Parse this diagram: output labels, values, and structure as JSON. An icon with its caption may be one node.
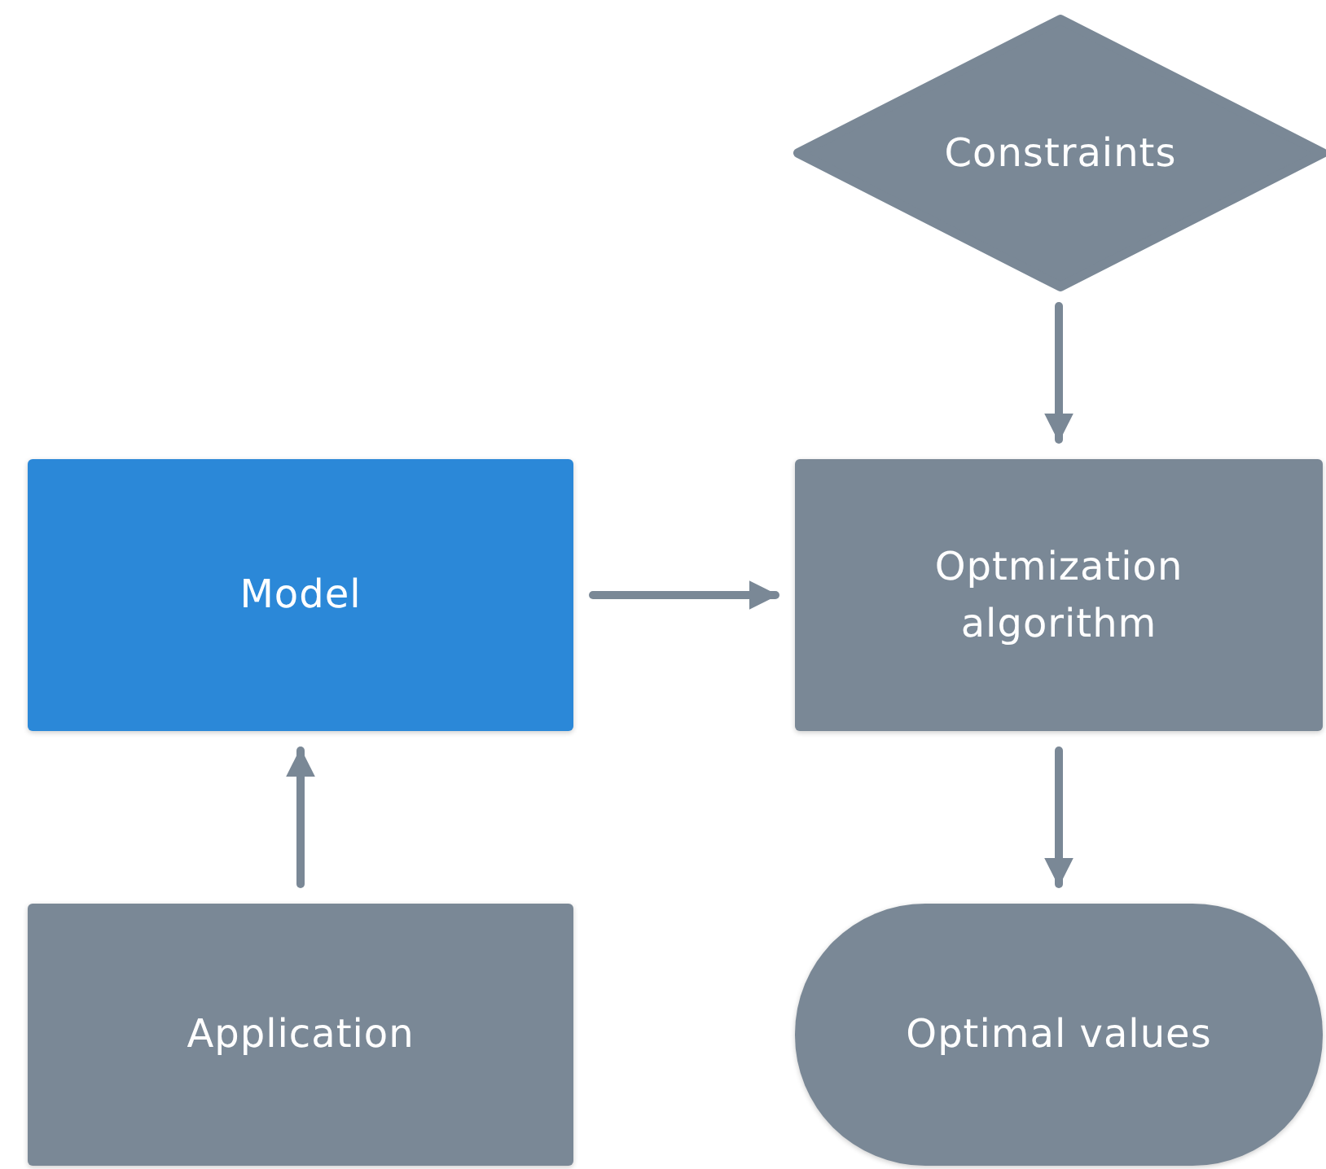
{
  "diagram": {
    "nodes": [
      {
        "text": [
          "Constraints"
        ]
      },
      {
        "text": [
          "Model"
        ]
      },
      {
        "text": [
          "Optmization algorithm"
        ]
      },
      {
        "text": [
          "Application"
        ]
      },
      {
        "text": [
          "Optimal values"
        ]
      }
    ],
    "edges": [
      {
        "from": 0,
        "to": 2,
        "arrow": "to"
      },
      {
        "from": 1,
        "to": 2,
        "arrow": "to"
      },
      {
        "from": 3,
        "to": 1,
        "arrow": "to"
      },
      {
        "from": 2,
        "to": 4,
        "arrow": "to"
      }
    ]
  }
}
